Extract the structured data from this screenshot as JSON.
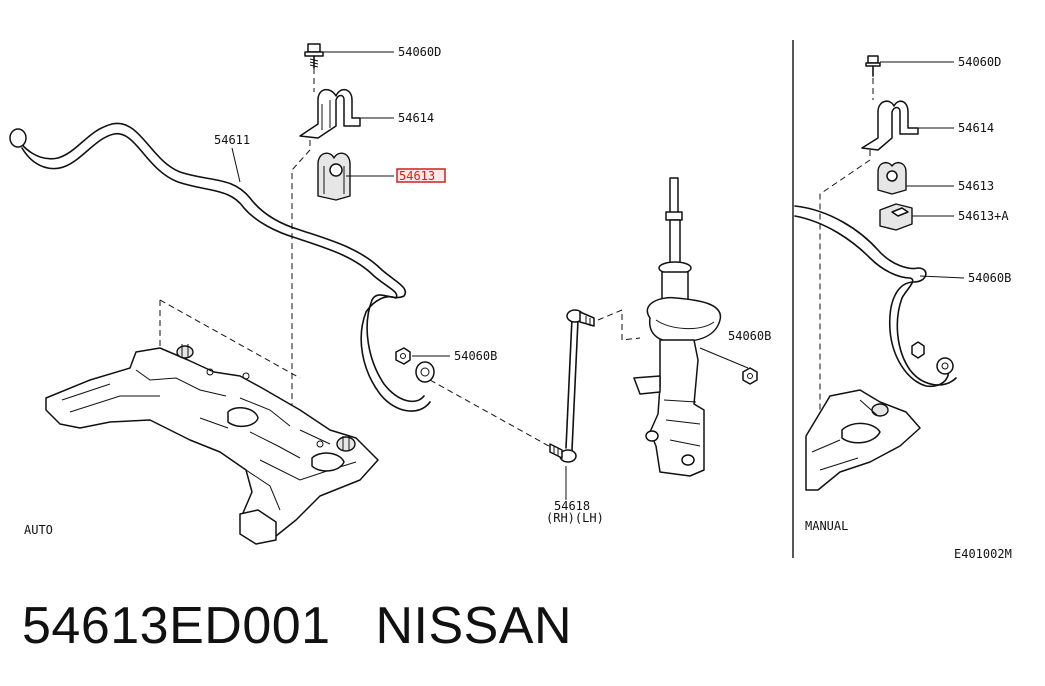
{
  "diagram": {
    "labels": {
      "bolt_auto": "54060D",
      "clamp_auto": "54614",
      "bushing_auto": "54613",
      "bar": "54611",
      "nut_bar": "54060B",
      "nut_strut": "54060B",
      "link_part": "54618",
      "link_side": "(RH)(LH)",
      "auto_variant": "AUTO",
      "bolt_manual": "54060D",
      "clamp_manual": "54614",
      "bushing_manual": "54613",
      "bushing_manual_a": "54613+A",
      "nut_manual": "54060B",
      "manual_variant": "MANUAL",
      "ref_code": "E401002M"
    },
    "highlight": {
      "part": "54613",
      "color": "#d21f1f"
    }
  },
  "caption": {
    "text": "54613ED001   NISSAN"
  }
}
